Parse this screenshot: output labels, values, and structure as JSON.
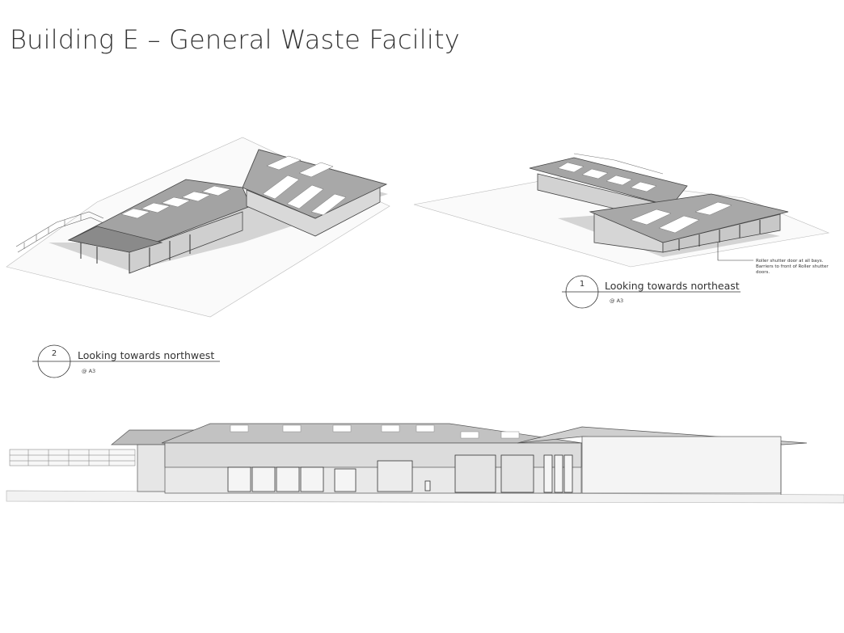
{
  "slide": {
    "title": "Building E – General Waste Facility"
  },
  "views": [
    {
      "number": "2",
      "title": "Looking towards northwest",
      "scale": "@ A3"
    },
    {
      "number": "1",
      "title": "Looking towards northeast",
      "scale": "@ A3"
    }
  ],
  "annotation": {
    "text": "Roller shutter door at all bays. Barriers to front of Roller shutter doors."
  },
  "colors": {
    "roof": "#9a9a9a",
    "roof_dark": "#6e6e6e",
    "skylight": "#ffffff",
    "wall": "#d8d8d8",
    "line": "#333333",
    "shadow": "#c4c4c4"
  }
}
